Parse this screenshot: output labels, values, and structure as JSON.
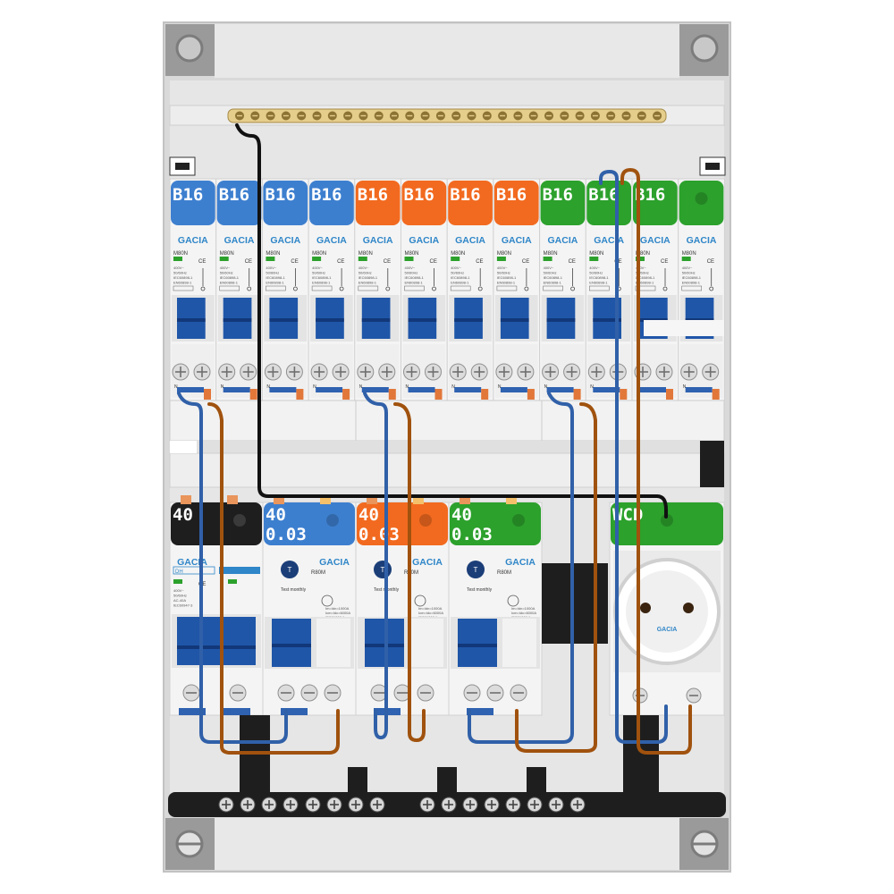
{
  "brand": "GACIA",
  "mcb_row": {
    "model": "M80N",
    "spec_lines": [
      "400V~",
      "50/60Hz",
      "IEC60898-1",
      "EN60898-1"
    ],
    "terminal_label": "N",
    "breakers": [
      {
        "label": "B16",
        "cap": "blue"
      },
      {
        "label": "B16",
        "cap": "blue"
      },
      {
        "label": "B16",
        "cap": "blue"
      },
      {
        "label": "B16",
        "cap": "blue"
      },
      {
        "label": "B16",
        "cap": "orange"
      },
      {
        "label": "B16",
        "cap": "orange"
      },
      {
        "label": "B16",
        "cap": "orange"
      },
      {
        "label": "B16",
        "cap": "orange"
      },
      {
        "label": "B16",
        "cap": "green"
      },
      {
        "label": "B16",
        "cap": "green"
      },
      {
        "label": "B16",
        "cap": "green"
      },
      {
        "label": "",
        "cap": "green"
      }
    ]
  },
  "rcd_row": {
    "main_switch": {
      "label": "40",
      "badge": "DH",
      "spec_lines": [
        "400V~",
        "50/60Hz",
        "AC-40A",
        "IEC60947-3"
      ]
    },
    "rcds": [
      {
        "line1": "40",
        "line2": "0.03",
        "cap": "blue"
      },
      {
        "line1": "40",
        "line2": "0.03",
        "cap": "orange"
      },
      {
        "line1": "40",
        "line2": "0.03",
        "cap": "green"
      }
    ],
    "rcd_model": "R80M",
    "rcd_test_text": "Test monthly",
    "rcd_spec_lines": [
      "Im=Idn=1000A",
      "Icm=Idc=6000A",
      "IEC61008-1"
    ],
    "socket": {
      "label": "WCD"
    }
  },
  "colors": {
    "blue": "#3d7fcf",
    "orange": "#f26a1f",
    "green": "#2ca12c",
    "black": "#1e1e1e",
    "wire_blue": "#3060a8",
    "wire_brown": "#a0520e",
    "toggle_blue": "#1f56a8"
  }
}
